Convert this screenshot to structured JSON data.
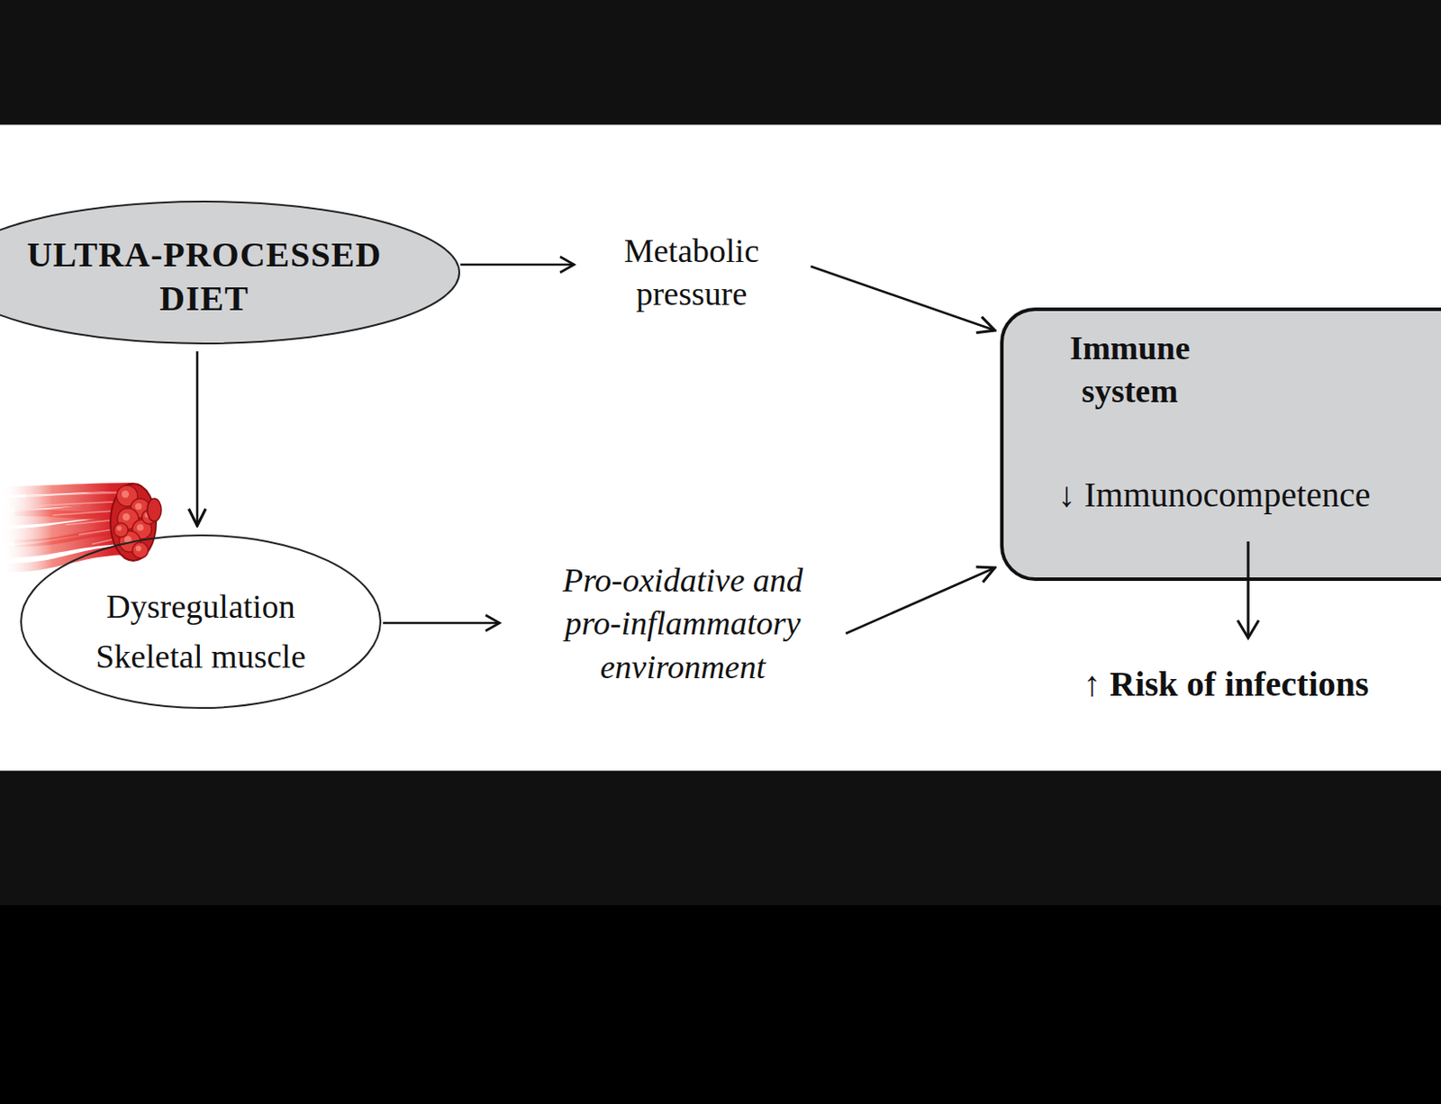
{
  "diagram": {
    "nodes": [
      {
        "text": [
          "ULTRA-PROCESSED DIET"
        ]
      },
      {
        "text": [
          "Dysregulation Skeletal muscle"
        ]
      },
      {
        "text": [
          "Immune system",
          "↓ Immunocompetence"
        ]
      }
    ],
    "edges": [
      {
        "from": 0,
        "to": 2,
        "label": "Metabolic pressure",
        "arrow": "to"
      },
      {
        "from": 0,
        "to": 1,
        "arrow": "to"
      },
      {
        "from": 1,
        "to": 2,
        "label": "Pro-oxidative and pro-inflammatory environment",
        "arrow": "to"
      }
    ],
    "labels": [
      "↑ Risk of infections"
    ]
  }
}
